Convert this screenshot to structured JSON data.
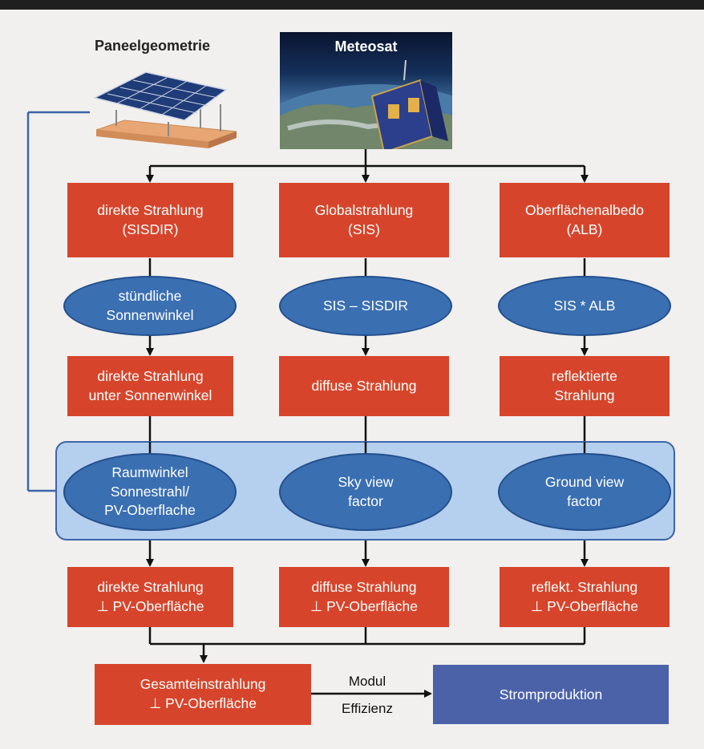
{
  "titles": {
    "paneel": "Paneelgeometrie",
    "meteosat": "Meteosat"
  },
  "row1": {
    "left": "direkte Strahlung\n(SISDIR)",
    "mid": "Globalstrahlung\n(SIS)",
    "right": "Oberflächenalbedo\n(ALB)"
  },
  "row2": {
    "left": "stündliche\nSonnenwinkel",
    "mid": "SIS – SISDIR",
    "right": "SIS * ALB"
  },
  "row3": {
    "left": "direkte Strahlung\nunter Sonnenwinkel",
    "mid": "diffuse Strahlung",
    "right": "reflektierte\nStrahlung"
  },
  "row4": {
    "left": "Raumwinkel\nSonnestrahl/\nPV-Oberflache",
    "mid": "Sky view\nfactor",
    "right": "Ground view\nfactor"
  },
  "row5": {
    "left": "direkte Strahlung\n⊥ PV-Oberfläche",
    "mid": "diffuse Strahlung\n⊥ PV-Oberfläche",
    "right": "reflekt. Strahlung\n⊥ PV-Oberfläche"
  },
  "bottom": {
    "total": "Gesamteinstrahlung\n⊥ PV-Oberfläche",
    "modul": "Modul",
    "effizienz": "Effizienz",
    "output": "Stromproduktion"
  },
  "colors": {
    "red_box": "#d6452b",
    "blue_ellipse": "#3a6fb2",
    "panel_fill": "#b5cfee",
    "output_box": "#4b62a8"
  }
}
